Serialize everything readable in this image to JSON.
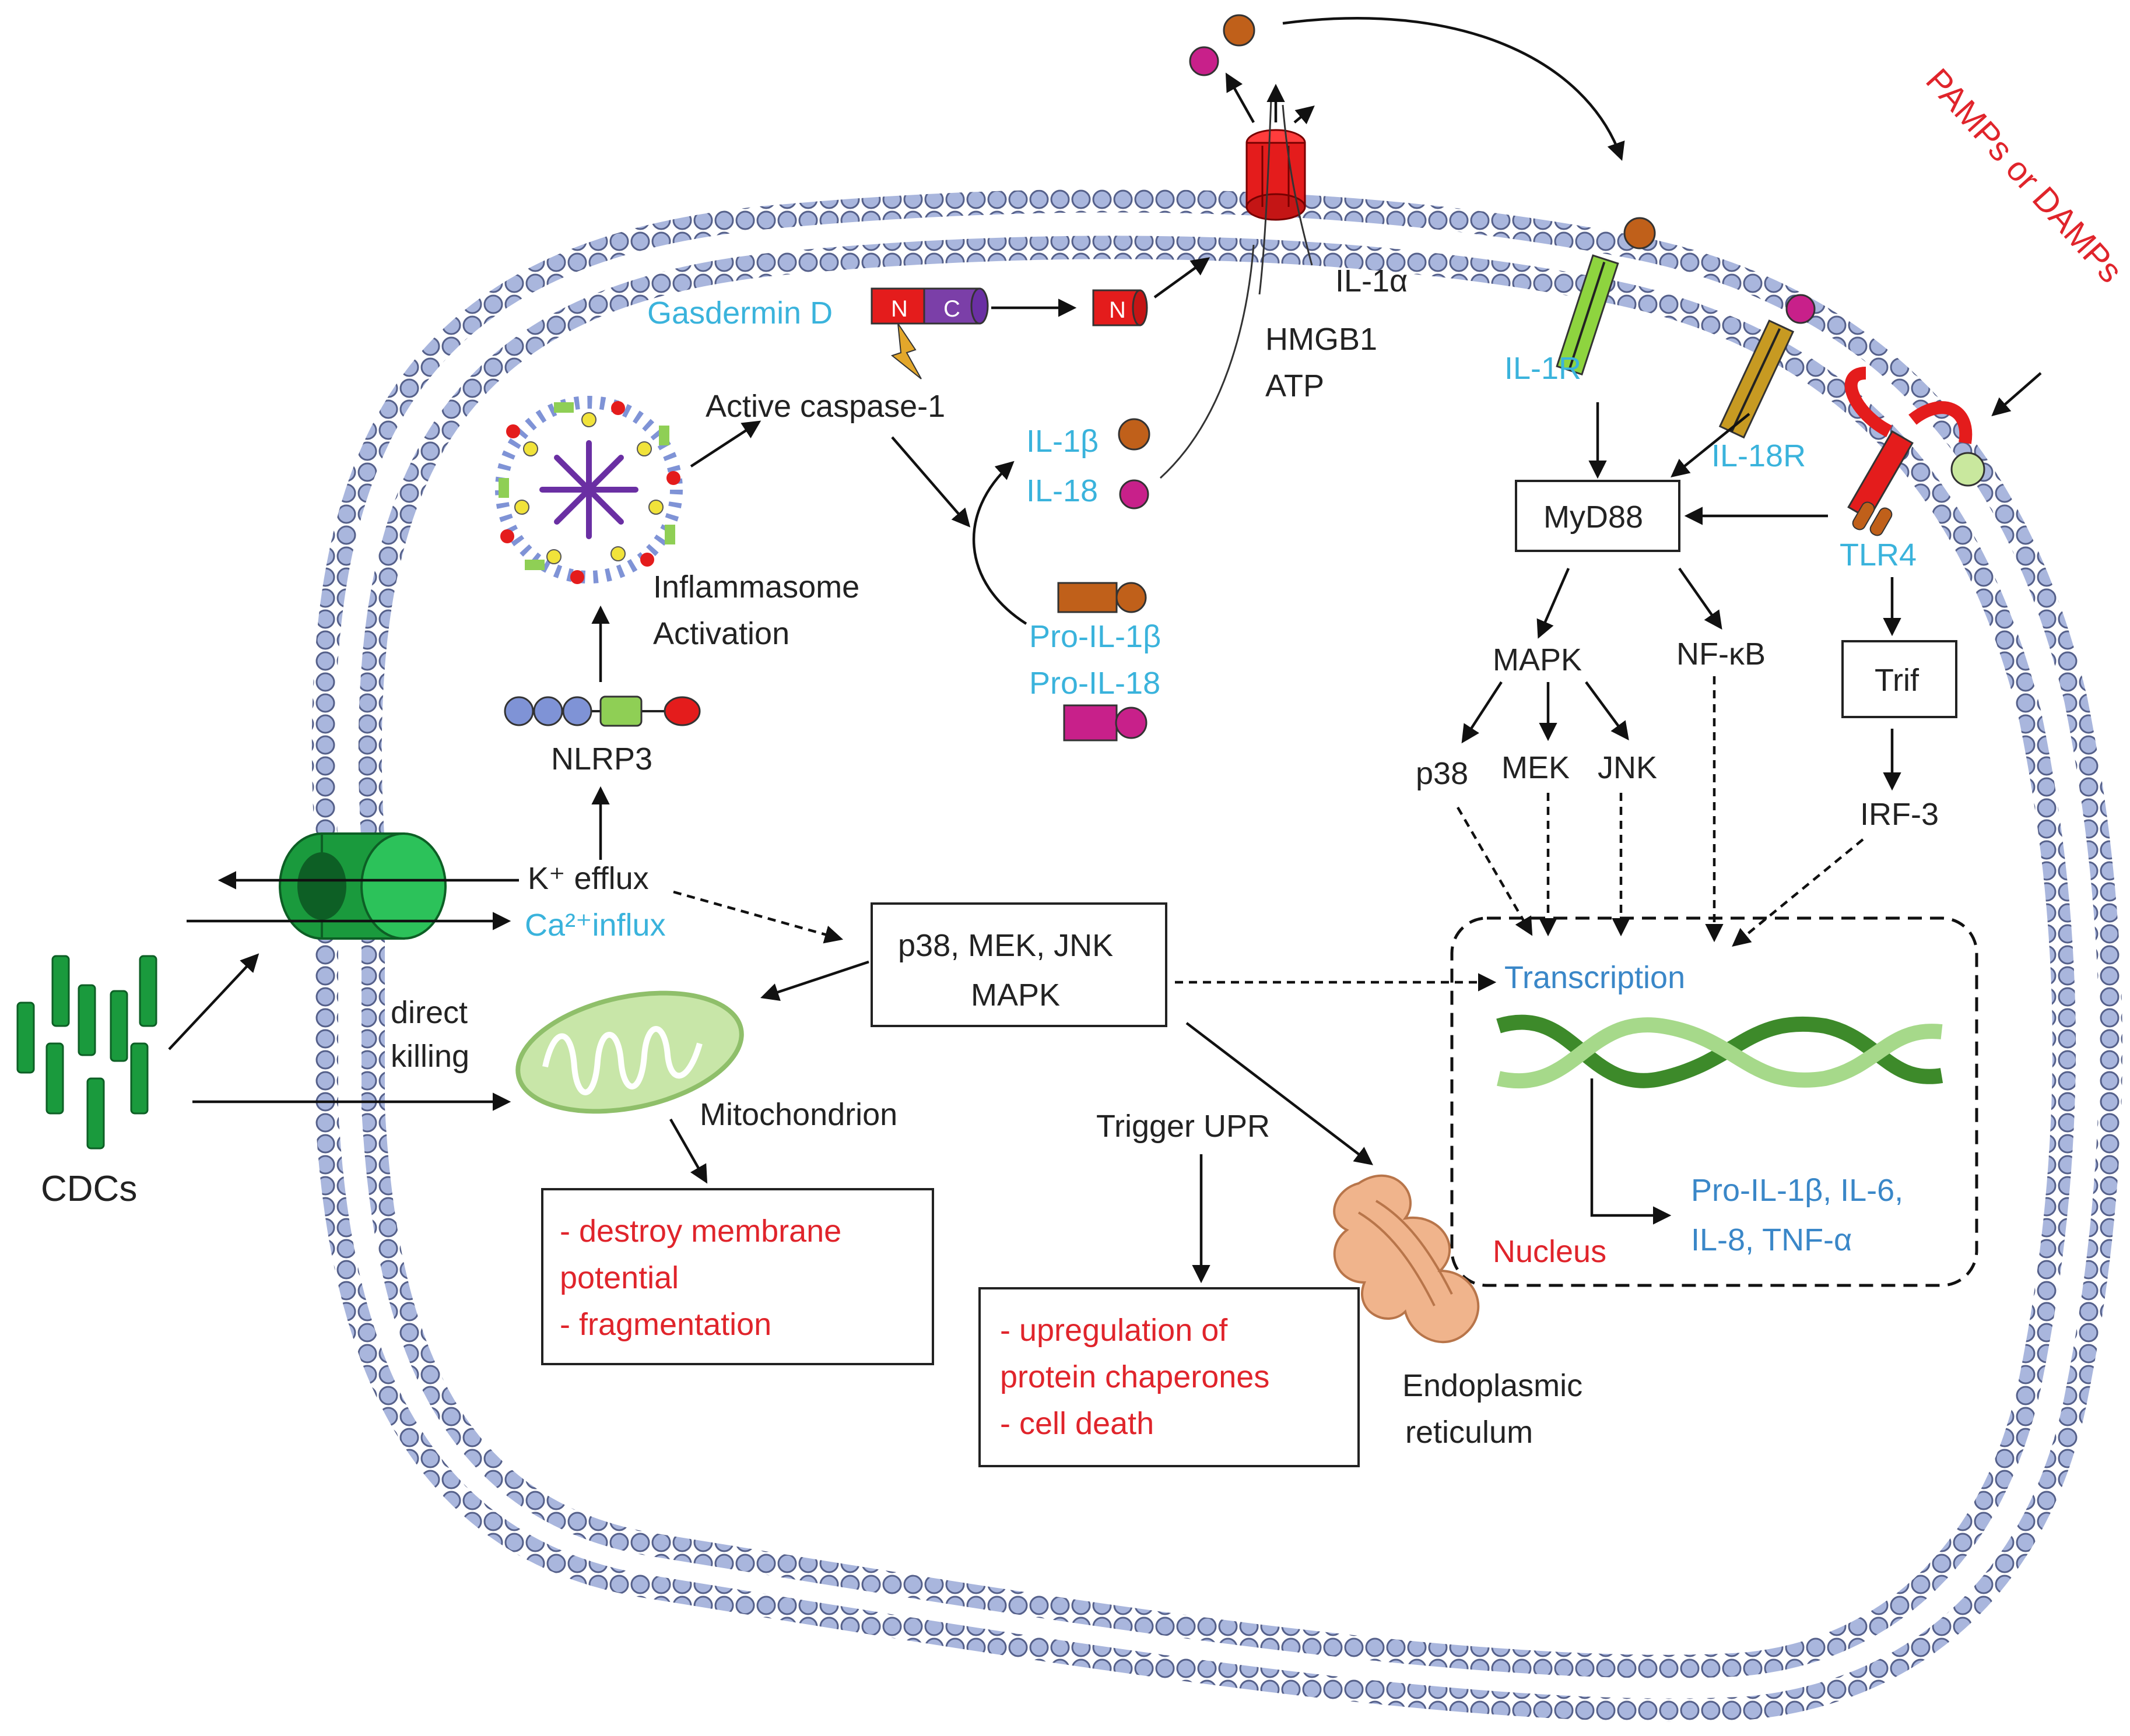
{
  "colors": {
    "membrane": "#a9b6dd",
    "label_blue": "#3ab3dc",
    "label_blue_dark": "#3a87c8",
    "label_red": "#e0242b",
    "channel_green": "#1a9a3d",
    "pore_red": "#e41c1c"
  },
  "labels": {
    "cdcs": "CDCs",
    "k_efflux": "K⁺ efflux",
    "ca_influx": "Ca²⁺influx",
    "direct_killing_1": "direct",
    "direct_killing_2": "killing",
    "nlrp3": "NLRP3",
    "inflammasome_1": "Inflammasome",
    "inflammasome_2": "Activation",
    "active_caspase": "Active caspase-1",
    "gasdermin": "Gasdermin D",
    "n": "N",
    "c": "C",
    "il1b": "IL-1β",
    "il18": "IL-18",
    "pro_il1b": "Pro-IL-1β",
    "pro_il18": "Pro-IL-18",
    "hmgb1": "HMGB1",
    "atp": "ATP",
    "il1a": "IL-1α",
    "il1r": "IL-1R",
    "il18r": "IL-18R",
    "pamps": "PAMPs or DAMPs",
    "myd88": "MyD88",
    "tlr4": "TLR4",
    "trif": "Trif",
    "irf3": "IRF-3",
    "mapk": "MAPK",
    "nfkb": "NF-κB",
    "p38": "p38",
    "mek": "MEK",
    "jnk": "JNK",
    "mapk_box_1": "p38, MEK, JNK",
    "mapk_box_2": "MAPK",
    "mitochondrion": "Mitochondrion",
    "mito_effect_1": "- destroy membrane",
    "mito_effect_2": "potential",
    "mito_effect_3": "- fragmentation",
    "trigger_upr": "Trigger UPR",
    "upr_effect_1": "- upregulation of",
    "upr_effect_2": "protein chaperones",
    "upr_effect_3": "- cell death",
    "er_1": "Endoplasmic",
    "er_2": "reticulum",
    "transcription": "Transcription",
    "nucleus": "Nucleus",
    "genes_1": "Pro-IL-1β, IL-6,",
    "genes_2": "IL-8, TNF-α"
  }
}
